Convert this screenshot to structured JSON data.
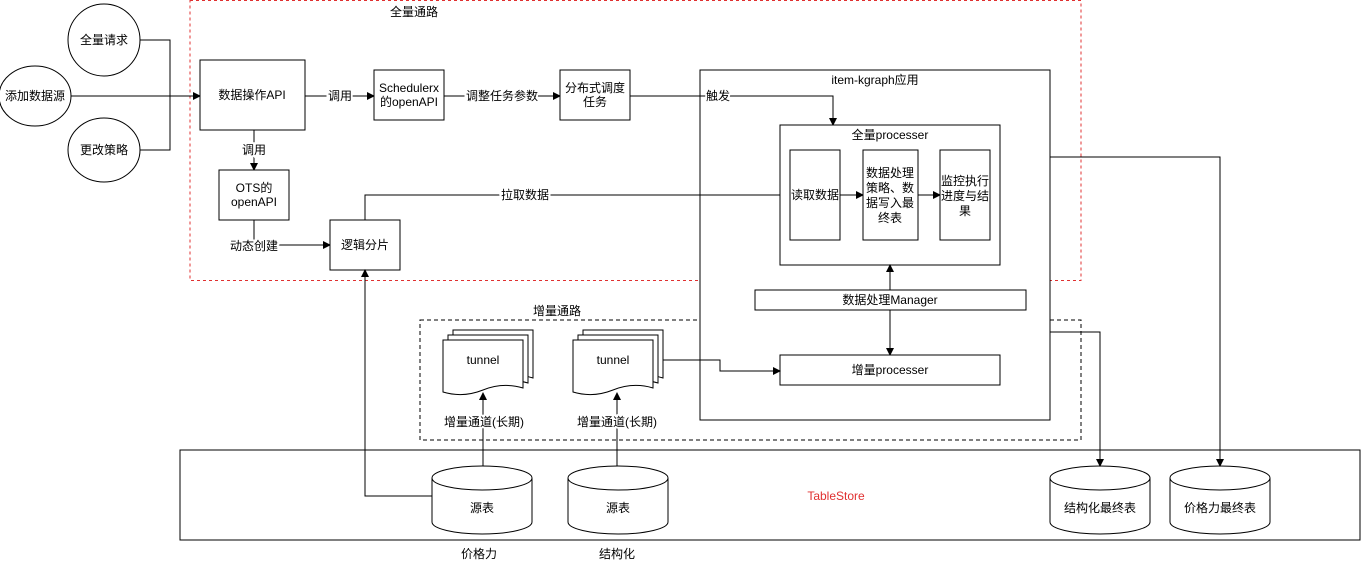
{
  "inputs": {
    "full_request": "全量请求",
    "add_datasource": "添加数据源",
    "change_strategy": "更改策略"
  },
  "full_path": {
    "title": "全量通路",
    "data_api": "数据操作API",
    "call1": "调用",
    "schedulerx_line1": "Schedulerx",
    "schedulerx_line2": "的openAPI",
    "adjust_params": "调整任务参数",
    "dist_task_line1": "分布式调度",
    "dist_task_line2": "任务",
    "trigger": "触发",
    "call2": "调用",
    "ots_line1": "OTS的",
    "ots_line2": "openAPI",
    "dynamic_create": "动态创建",
    "logic_shard": "逻辑分片",
    "pull_data": "拉取数据"
  },
  "app": {
    "title": "item-kgraph应用",
    "full_processer": "全量processer",
    "read_data": "读取数据",
    "process_line1": "数据处理",
    "process_line2": "策略、数",
    "process_line3": "据写入最",
    "process_line4": "终表",
    "monitor_line1": "监控执行",
    "monitor_line2": "进度与结",
    "monitor_line3": "果",
    "manager": "数据处理Manager",
    "inc_processer": "增量processer"
  },
  "inc_path": {
    "title": "增量通路",
    "tunnel1": "tunnel",
    "tunnel2": "tunnel",
    "channel1": "增量通道(长期)",
    "channel2": "增量通道(长期)"
  },
  "tablestore": {
    "title": "TableStore",
    "source1": "源表",
    "source2": "源表",
    "final_struct": "结构化最终表",
    "final_price": "价格力最终表",
    "label_price": "价格力",
    "label_struct": "结构化"
  },
  "colors": {
    "red": "#e03030"
  }
}
